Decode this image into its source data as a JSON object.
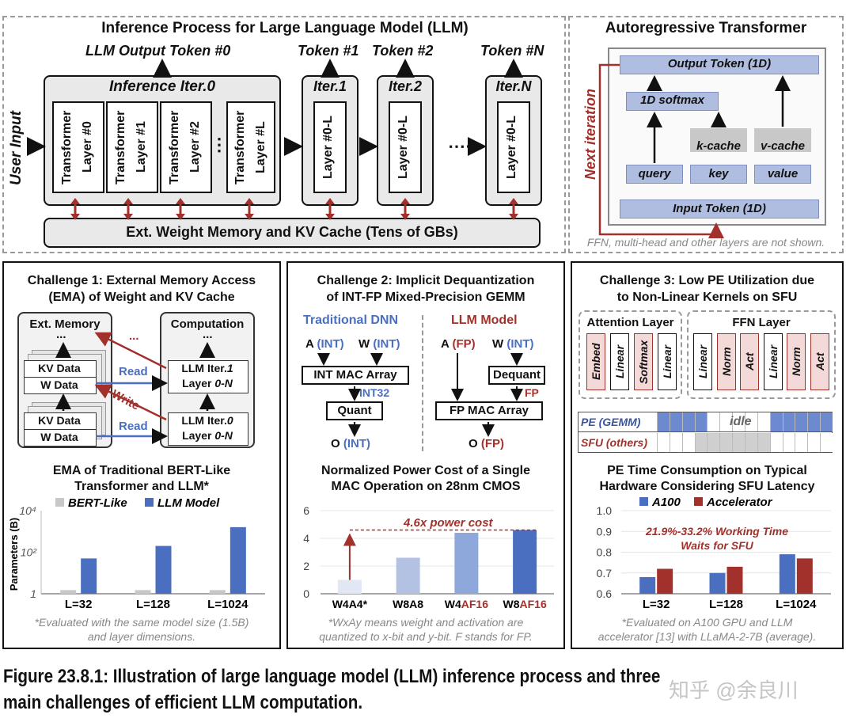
{
  "top": {
    "title": "Inference Process for Large Language Model (LLM)",
    "user_input": "User Input",
    "output_token0": "LLM Output Token #0",
    "tokens": [
      "Token #1",
      "Token #2",
      "Token #N"
    ],
    "iter0_label": "Inference Iter.0",
    "iter0_layers": [
      "Transformer Layer #0",
      "Transformer Layer #1",
      "Transformer Layer #2",
      "Transformer Layer #L"
    ],
    "ellipsis_h": "⋮",
    "iters": [
      "Iter.1",
      "Iter.2",
      "Iter.N"
    ],
    "iter_layer": "Layer #0-L",
    "dots": "⋯",
    "memory": "Ext. Weight Memory and KV Cache (Tens of GBs)"
  },
  "auto": {
    "title": "Autoregressive Transformer",
    "next_iteration": "Next iteration",
    "output_token": "Output Token (1D)",
    "softmax": "1D softmax",
    "kcache": "k-cache",
    "vcache": "v-cache",
    "query": "query",
    "key": "key",
    "value": "value",
    "input_token": "Input Token (1D)",
    "note": "FFN, multi-head and other layers are not shown."
  },
  "c1": {
    "title1": "Challenge 1: External Memory Access",
    "title2": "(EMA) of Weight and KV Cache",
    "ext_memory": "Ext. Memory",
    "computation": "Computation",
    "dots": "...",
    "dots_red": "...",
    "kv_data": "KV Data",
    "w_data": "W Data",
    "read": "Read",
    "write": "Write",
    "iter1_a": "LLM Iter.",
    "iter1_b": "1",
    "iter1_c": "Layer ",
    "iter1_d": "0-N",
    "iter0_a": "LLM Iter.",
    "iter0_b": "0",
    "iter0_c": "Layer ",
    "iter0_d": "0-N",
    "chart_title1": "EMA of Traditional BERT-Like",
    "chart_title2": "Transformer and LLM*",
    "note1": "*Evaluated with the same model size (1.5B)",
    "note2": "and layer dimensions."
  },
  "c2": {
    "title1": "Challenge 2: Implicit Dequantization",
    "title2": "of INT-FP Mixed-Precision GEMM",
    "trad_dnn": "Traditional DNN",
    "llm_model": "LLM Model",
    "a_prefix": "A ",
    "w_prefix": "W ",
    "a_int": "(INT)",
    "w_int": "(INT)",
    "int_mac": "INT MAC Array",
    "int32": "INT32",
    "quant": "Quant",
    "o_prefix": "O ",
    "o_int": "(INT)",
    "a_fp": "(FP)",
    "w_int2": "(INT)",
    "dequant": "Dequant",
    "fp": "FP",
    "fp_mac": "FP MAC Array",
    "o_fp": "(FP)",
    "chart_title1": "Normalized Power Cost of a Single",
    "chart_title2": "MAC Operation on 28nm CMOS",
    "annotation": "4.6x power cost",
    "note1": "*WxAy means weight and activation are",
    "note2": "quantized to x-bit and y-bit. F stands for FP."
  },
  "c3": {
    "title1": "Challenge 3: Low PE Utilization due",
    "title2": "to Non-Linear Kernels on SFU",
    "attention_layer": "Attention Layer",
    "ffn_layer": "FFN Layer",
    "attn_kernels": [
      "Embed",
      "Linear",
      "Softmax",
      "Linear"
    ],
    "ffn_kernels": [
      "Linear",
      "Norm",
      "Act",
      "Linear",
      "Norm",
      "Act"
    ],
    "pe_label": "PE (GEMM)",
    "sfu_label": "SFU (others)",
    "idle": "idle",
    "chart_title1": "PE Time Consumption on Typical",
    "chart_title2": "Hardware Considering SFU Latency",
    "annotation1": "21.9%-33.2% Working Time",
    "annotation2": "Waits for SFU",
    "note1": "*Evaluated on A100 GPU and LLM",
    "note2": "accelerator [13] with LLaMA-2-7B (average)."
  },
  "caption": {
    "line1": "Figure 23.8.1: Illustration of large language model (LLM) inference process and three",
    "line2": "main challenges of efficient LLM computation.",
    "watermark": "知乎 @余良川"
  },
  "colors": {
    "blue": "#4a6fc1",
    "red": "#a3312b",
    "lightblue": "#aebde0",
    "gray": "#c8c8c8"
  },
  "chart_data": [
    {
      "type": "bar",
      "ylabel": "Parameters (B)",
      "yscale": "log",
      "ytick_labels": [
        "1",
        "10²",
        "10⁴"
      ],
      "ylim": [
        1,
        10000
      ],
      "categories": [
        "L=32",
        "L=128",
        "L=1024"
      ],
      "series": [
        {
          "name": "BERT-Like",
          "color": "#c8c8c8",
          "values": [
            1.5,
            1.5,
            1.5
          ]
        },
        {
          "name": "LLM Model",
          "color": "#4a6fc1",
          "values": [
            50,
            200,
            1600
          ]
        }
      ]
    },
    {
      "type": "bar",
      "ylim": [
        0,
        6
      ],
      "yticks": [
        0,
        2,
        4,
        6
      ],
      "categories": [
        "W4A4*",
        "W8A8",
        "W4AF16",
        "W8AF16"
      ],
      "category_parts": [
        [
          "W4A4*",
          ""
        ],
        [
          "W8A8",
          ""
        ],
        [
          "W4",
          "AF16"
        ],
        [
          "W8",
          "AF16"
        ]
      ],
      "colors": [
        "#e1e7f4",
        "#b3c2e3",
        "#8fa8dc",
        "#4a6fc1"
      ],
      "values": [
        1.0,
        2.6,
        4.4,
        4.6
      ]
    },
    {
      "type": "bar",
      "ylim": [
        0.6,
        1.0
      ],
      "yticks": [
        0.6,
        0.7,
        0.8,
        0.9,
        1.0
      ],
      "categories": [
        "L=32",
        "L=128",
        "L=1024"
      ],
      "series": [
        {
          "name": "A100",
          "color": "#4a6fc1",
          "values": [
            0.68,
            0.7,
            0.79
          ]
        },
        {
          "name": "Accelerator",
          "color": "#a3312b",
          "values": [
            0.72,
            0.73,
            0.77
          ]
        }
      ]
    }
  ]
}
